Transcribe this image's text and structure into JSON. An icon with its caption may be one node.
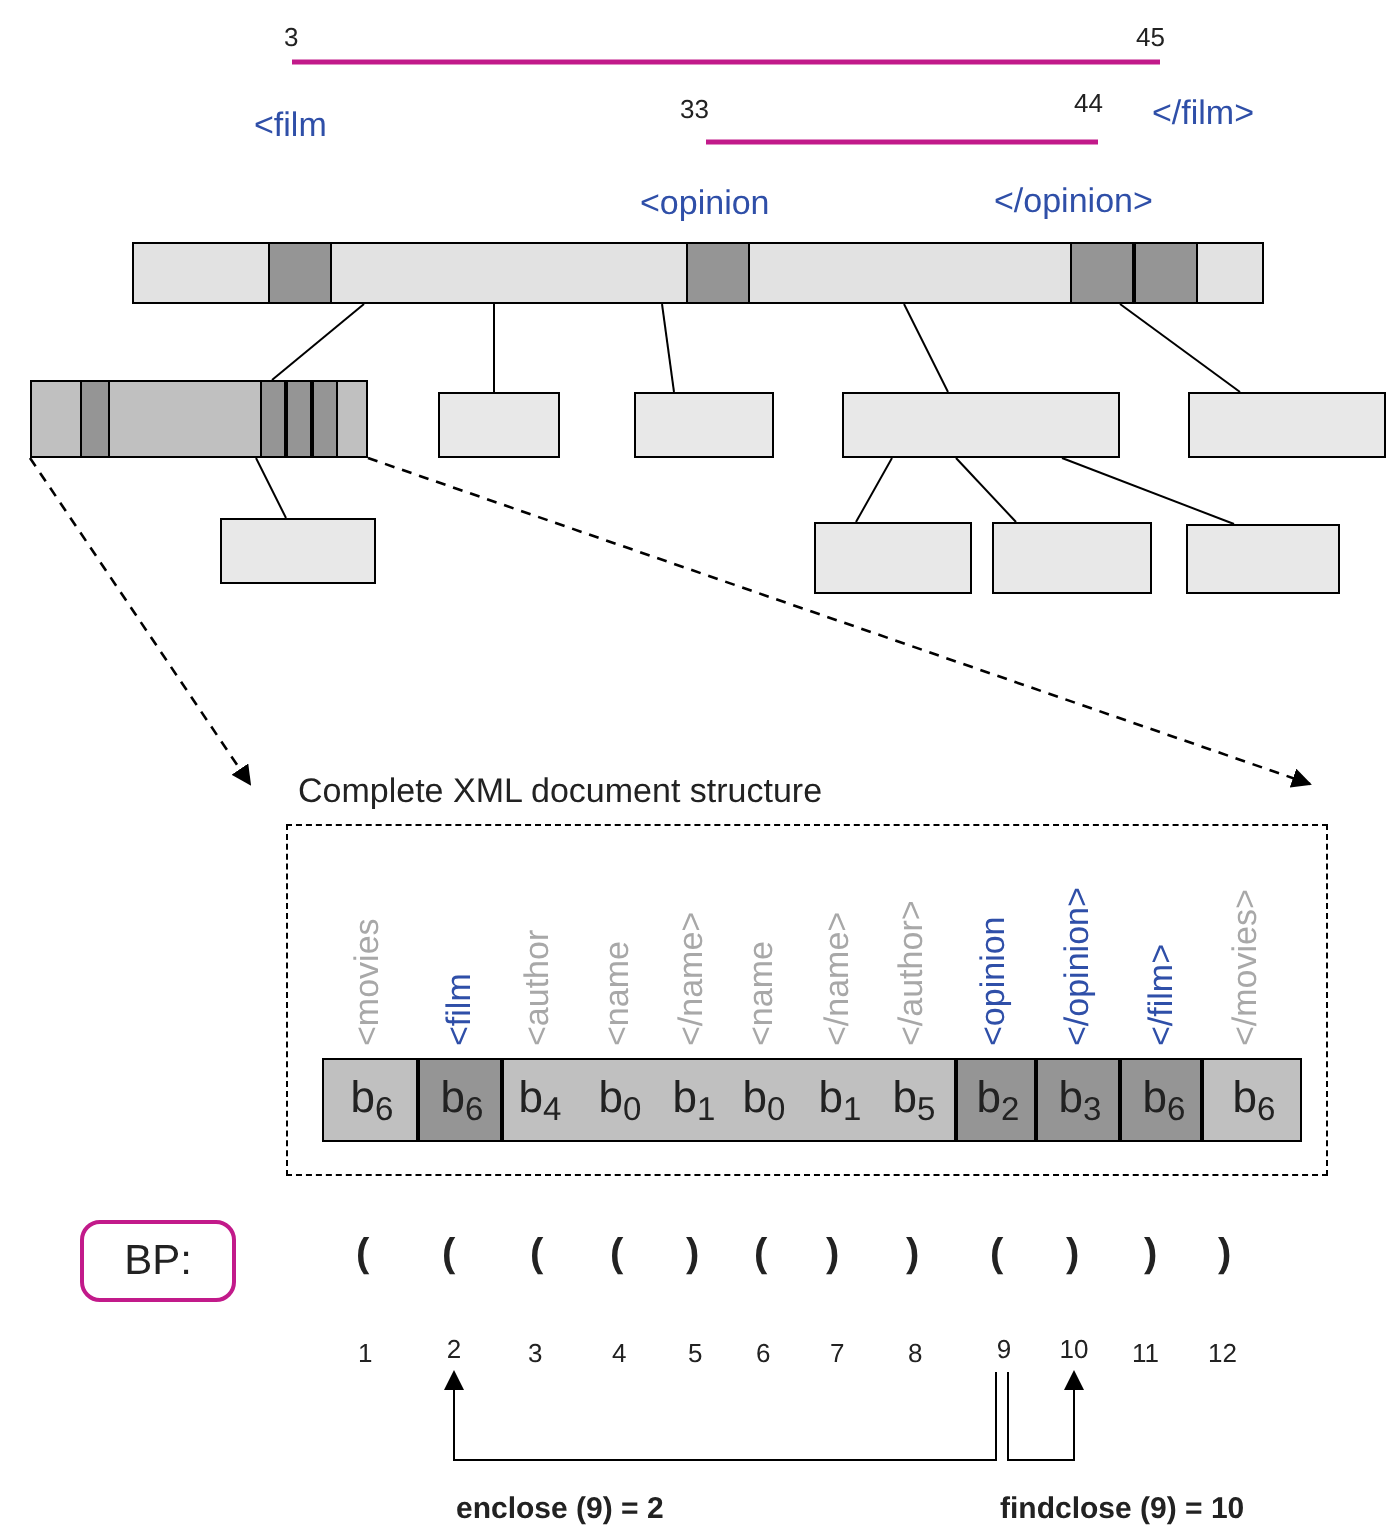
{
  "diagram": {
    "nodes": [
      {
        "text": [],
        "shape": "bar"
      },
      {
        "text": [],
        "shape": "bar"
      },
      {
        "text": [],
        "shape": "box"
      },
      {
        "text": [],
        "shape": "box"
      },
      {
        "text": [],
        "shape": "box"
      },
      {
        "text": [],
        "shape": "box"
      },
      {
        "text": [],
        "shape": "box"
      },
      {
        "text": [],
        "shape": "box"
      },
      {
        "text": [],
        "shape": "box"
      },
      {
        "text": [],
        "shape": "box"
      },
      {
        "text": [
          "Complete XML document structure"
        ]
      },
      {
        "text": [
          "b$_{6}$"
        ],
        "in": 10,
        "beside": [
          "<movies"
        ]
      },
      {
        "text": [
          "b$_{6}$"
        ],
        "in": 10,
        "beside": [
          "<film"
        ]
      },
      {
        "text": [
          "b$_{4}$",
          "b$_{0}$",
          "b$_{1}$",
          "b$_{0}$",
          "b$_{1}$",
          "b$_{5}$"
        ],
        "in": 10,
        "beside": [
          "<author",
          "<name",
          "</name>",
          "<name",
          "</name>",
          "</author>"
        ]
      },
      {
        "text": [
          "b$_{2}$"
        ],
        "in": 10,
        "beside": [
          "<opinion"
        ]
      },
      {
        "text": [
          "b$_{3}$"
        ],
        "in": 10,
        "beside": [
          "</opinion>"
        ]
      },
      {
        "text": [
          "b$_{6}$"
        ],
        "in": 10,
        "beside": [
          "</film>"
        ]
      },
      {
        "text": [
          "b$_{6}$"
        ],
        "in": 10,
        "beside": [
          "</movies>"
        ]
      },
      {
        "text": [
          "BP:"
        ]
      },
      {
        "text": [
          "2"
        ]
      },
      {
        "text": [
          "9"
        ]
      },
      {
        "text": [
          "10"
        ]
      }
    ],
    "edges": [
      {
        "from": 0,
        "to": 1,
        "arrow": "none"
      },
      {
        "from": 0,
        "to": 2,
        "arrow": "none"
      },
      {
        "from": 0,
        "to": 3,
        "arrow": "none"
      },
      {
        "from": 0,
        "to": 4,
        "arrow": "none"
      },
      {
        "from": 0,
        "to": 5,
        "arrow": "none"
      },
      {
        "from": 1,
        "to": 6,
        "arrow": "none"
      },
      {
        "from": 4,
        "to": 7,
        "arrow": "none"
      },
      {
        "from": 4,
        "to": 8,
        "arrow": "none"
      },
      {
        "from": 4,
        "to": 9,
        "arrow": "none"
      },
      {
        "from": 1,
        "to": 10,
        "arrow": "to",
        "style": "dashed"
      },
      {
        "from": 1,
        "to": 10,
        "arrow": "to",
        "style": "dashed"
      },
      {
        "from": 20,
        "to": 19,
        "arrow": "to",
        "label": "enclose (9) = 2"
      },
      {
        "from": 20,
        "to": 21,
        "arrow": "to",
        "label": "findclose (9) = 10"
      }
    ],
    "labels": [
      "3",
      "45",
      "<film",
      "33",
      "44",
      "</film>",
      "<opinion",
      "</opinion>",
      "(",
      "(",
      "(",
      "(",
      ")",
      "(",
      ")",
      ")",
      "(",
      ")",
      ")",
      ")",
      "1",
      "3",
      "4",
      "5",
      "6",
      "7",
      "8",
      "11",
      "12"
    ]
  }
}
